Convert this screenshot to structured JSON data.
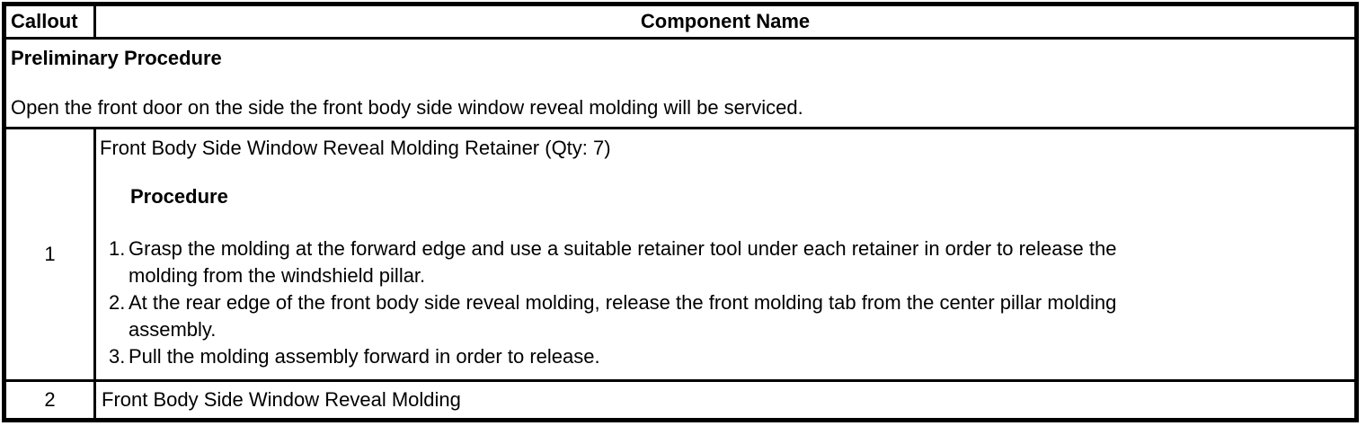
{
  "document": {
    "header": {
      "callout": "Callout",
      "component": "Component Name"
    },
    "preliminary": {
      "title": "Preliminary Procedure",
      "text": "Open the front door on the side the front body side window reveal molding will be serviced."
    },
    "rows": [
      {
        "callout": "1",
        "component": "Front Body Side Window Reveal Molding Retainer (Qty: 7)",
        "procedure_label": "Procedure",
        "steps": [
          {
            "num": "1.",
            "text": "Grasp the molding at the forward edge and use a suitable retainer tool under each retainer in order to release the molding from the windshield pillar."
          },
          {
            "num": "2.",
            "text": "At the rear edge of the front body side reveal molding, release the front molding tab from the center pillar molding assembly."
          },
          {
            "num": "3.",
            "text": "Pull the molding assembly forward in order to release."
          }
        ]
      },
      {
        "callout": "2",
        "component": "Front Body Side Window Reveal Molding"
      }
    ],
    "colors": {
      "border": "#000000",
      "background": "#ffffff",
      "text": "#000000"
    }
  }
}
